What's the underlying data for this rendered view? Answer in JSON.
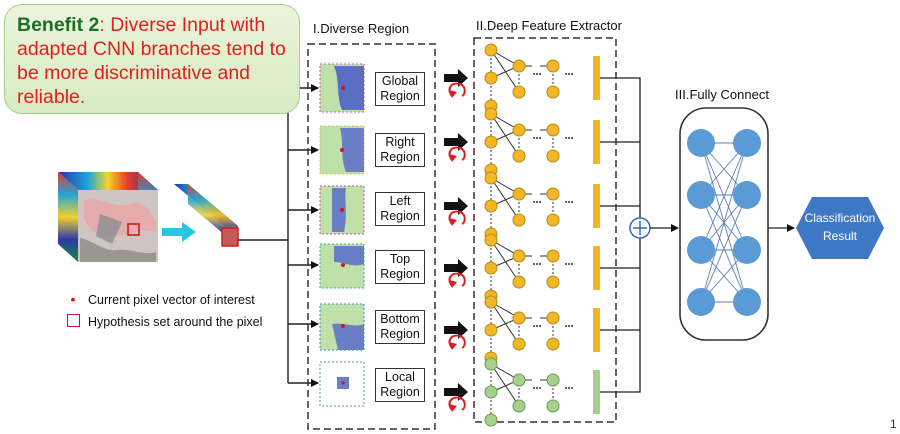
{
  "callout": {
    "title": "Benefit 2",
    "colon": ":",
    "lead": " Diverse Input with",
    "rest": "adapted CNN branches tend to be more discriminative and reliable."
  },
  "sections": {
    "diverse_region": "I.Diverse Region",
    "deep_feature": "II.Deep Feature Extractor",
    "fully_connect": "III.Fully Connect"
  },
  "regions": [
    {
      "line1": "Global",
      "line2": "Region",
      "feature_color": "#f2b824"
    },
    {
      "line1": "Right",
      "line2": "Region",
      "feature_color": "#f2b824"
    },
    {
      "line1": "Left",
      "line2": "Region",
      "feature_color": "#f2b824"
    },
    {
      "line1": "Top",
      "line2": "Region",
      "feature_color": "#f2b824"
    },
    {
      "line1": "Bottom",
      "line2": "Region",
      "feature_color": "#f2b824"
    },
    {
      "line1": "Local",
      "line2": "Region",
      "feature_color": "#a8d08d"
    }
  ],
  "legend": {
    "pixel": "Current pixel vector of interest",
    "hypothesis": "Hypothesis set around the pixel"
  },
  "output": {
    "line1": "Classification",
    "line2": "Result"
  },
  "page_number": "1",
  "colors": {
    "accent_red": "#e0201c",
    "title_green": "#1e6e2a",
    "node_blue": "#5b9bd5",
    "output_blue": "#3f79c6"
  }
}
